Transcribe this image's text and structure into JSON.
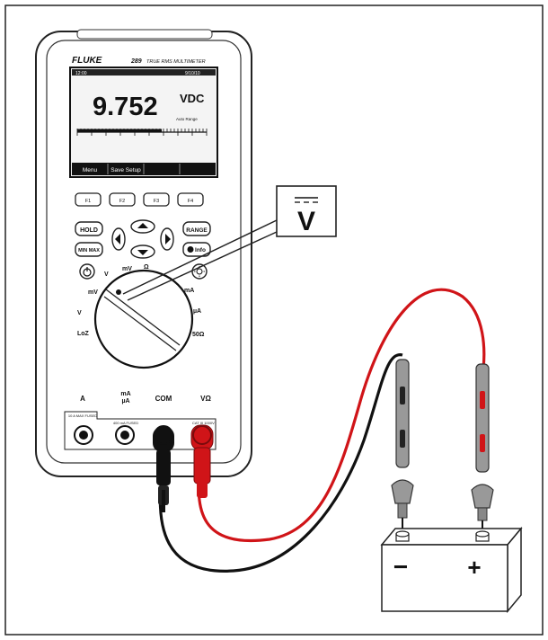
{
  "meter": {
    "brand": "FLUKE",
    "model": "289",
    "subtitle": "TRUE RMS MULTIMETER",
    "display": {
      "reading": "9.752",
      "unit": "VDC",
      "status_left": "12:00",
      "status_right": "9/10/10",
      "range_label": "Auto Range",
      "softkeys": [
        "Menu",
        "Save Setup",
        "",
        ""
      ]
    },
    "function_keys": [
      "F1",
      "F2",
      "F3",
      "F4"
    ],
    "buttons": {
      "hold": "HOLD",
      "minmax": "MIN MAX",
      "range": "RANGE",
      "info": "Info"
    },
    "dial_labels": {
      "lowz": "LoZ",
      "v_ac": "V",
      "mv_ac": "mV",
      "v_dc": "V",
      "mv_dc": "mV",
      "ohm": "Ω",
      "ma": "mA",
      "ua": "µA",
      "ohm50": "50Ω"
    },
    "jacks": {
      "a": "A",
      "ma_ua": "mA\nµA",
      "com": "COM",
      "v_ohm": "VΩ",
      "fuse_a": "10 A MAX FUSED",
      "fuse_ma": "400 mA FUSED",
      "cat": "CAT III 1000V"
    }
  },
  "callout": {
    "symbol": "V"
  },
  "battery": {
    "neg": "−",
    "pos": "+"
  },
  "colors": {
    "red_lead": "#d01418",
    "black_lead": "#111111",
    "screen": "#f4f4f4"
  }
}
